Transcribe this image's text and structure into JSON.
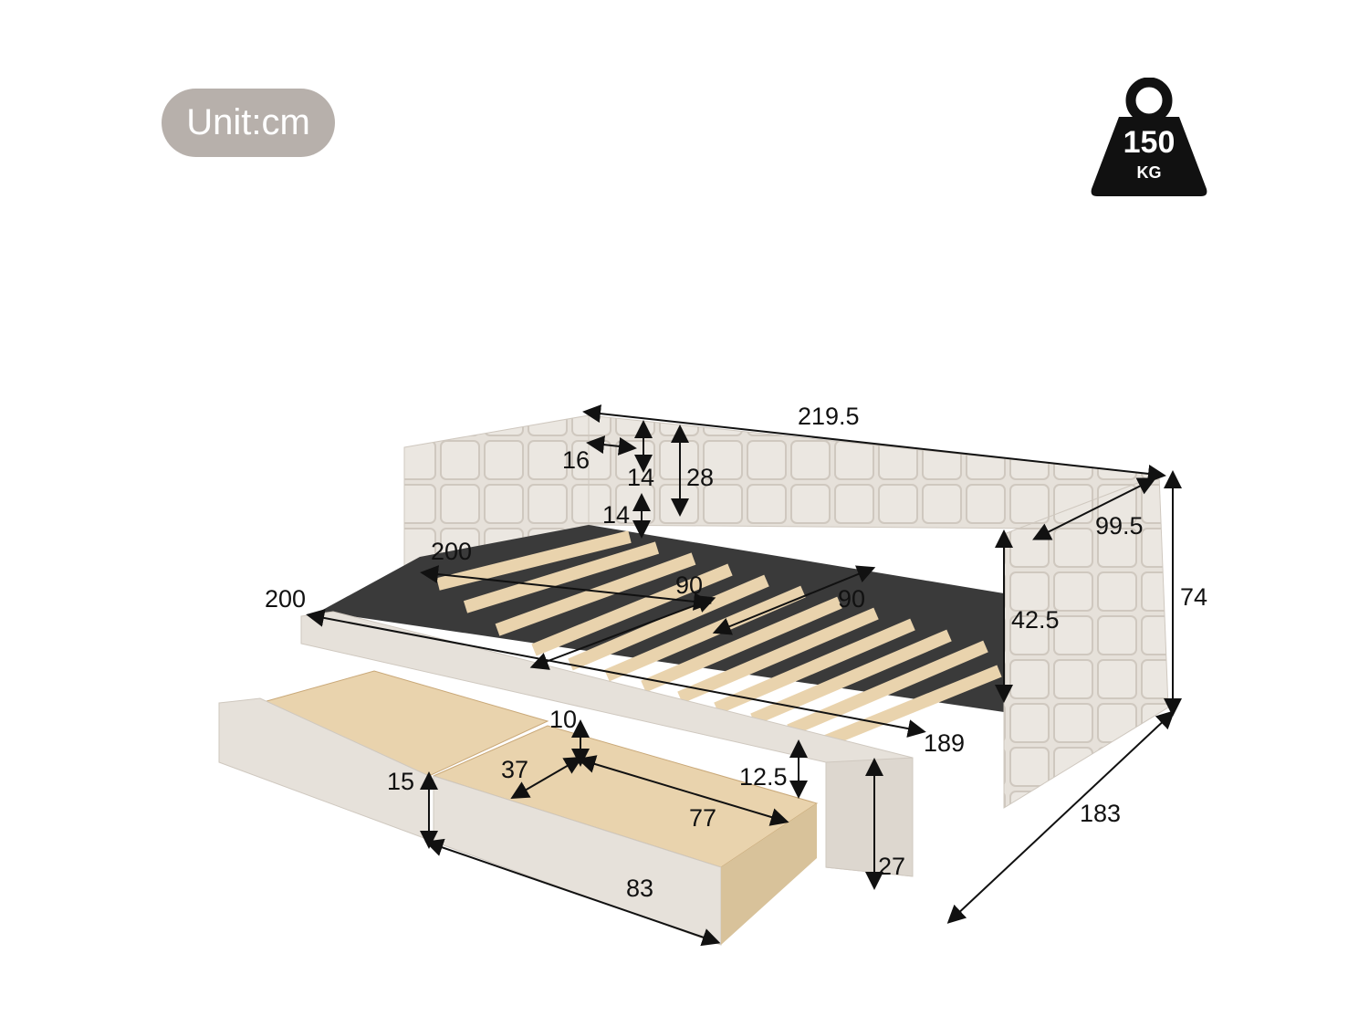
{
  "unit_label": "Unit:cm",
  "weight": {
    "value": "150",
    "unit": "KG"
  },
  "dimensions": {
    "total_length": "219.5",
    "arm_width": "16",
    "panel_height": "14",
    "back_height": "28",
    "gap_height": "14",
    "upper_length": "200",
    "lower_length": "200",
    "upper_width": "90",
    "lower_width": "90",
    "seat_height": "42.5",
    "total_depth": "99.5",
    "total_height": "74",
    "trundle_length": "189",
    "drawer_gap": "10",
    "drawer_depth": "37",
    "inner_height": "12.5",
    "drawer_height": "15",
    "drawer_inner_length": "77",
    "drawer_length": "83",
    "trundle_height": "27",
    "extended_depth": "183"
  },
  "colors": {
    "fabric": "#e6e1da",
    "fabric_dark": "#cfc8bf",
    "wood": "#e9d3ad",
    "wood_dark": "#c9a878",
    "steel": "#2c2c2c",
    "badge": "#b7b0ab"
  }
}
